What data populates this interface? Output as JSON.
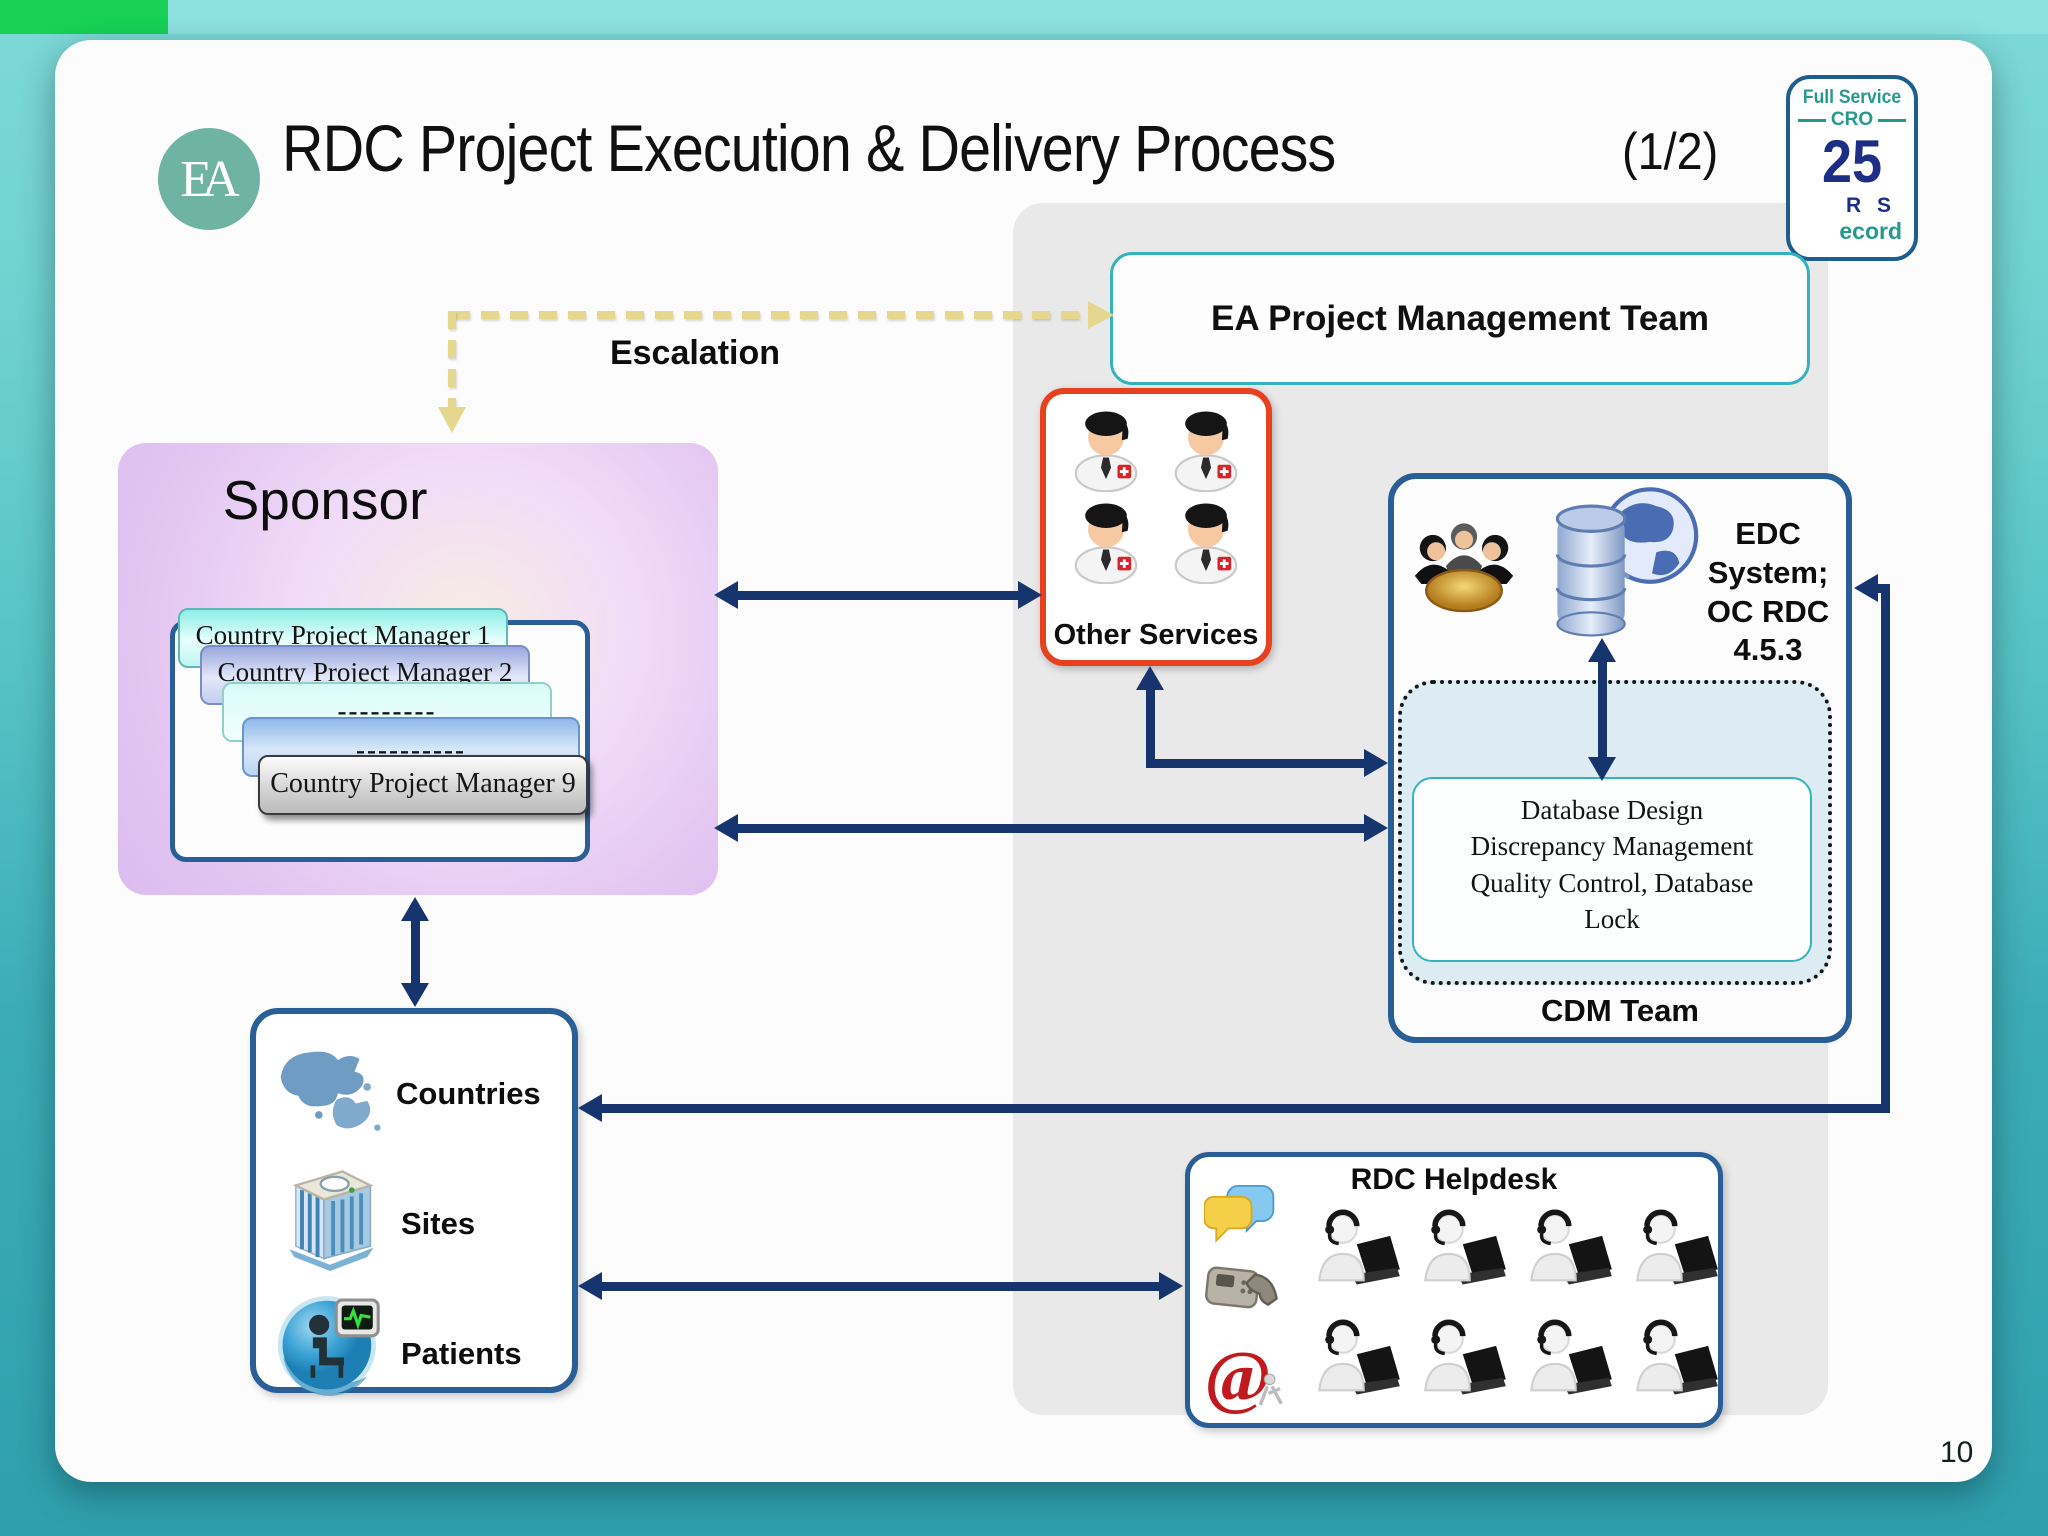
{
  "colors": {
    "arrow": "#16356e",
    "accent-orange": "#e8411f",
    "accent-teal": "#35b2bd",
    "badge-navy": "#1c2e86",
    "badge-teal": "#26998e",
    "escalation-yellow": "#e5d88e"
  },
  "header": {
    "title": "RDC Project Execution & Delivery Process",
    "page_indicator": "(1/2)",
    "logo_text": "EA"
  },
  "badge": {
    "top_label": "Full Service",
    "mid_label": "CRO",
    "number": "25",
    "right_line1": "R S",
    "right_line2": "ecord"
  },
  "escalation_label": "Escalation",
  "sponsor": {
    "title": "Sponsor",
    "managers": [
      "Country Project Manager 1",
      "Country Project Manager 2",
      "---------",
      "----------",
      "Country Project Manager 9"
    ]
  },
  "ea_pm_team_label": "EA Project Management Team",
  "other_services_label": "Other Services",
  "edc": {
    "system_label": "EDC\nSystem;\nOC RDC\n4.5.3",
    "cdm_tasks": "Database Design\nDiscrepancy Management\nQuality Control, Database\nLock",
    "team_label": "CDM Team"
  },
  "field_units": {
    "items": [
      "Countries",
      "Sites",
      "Patients"
    ]
  },
  "helpdesk": {
    "title": "RDC Helpdesk"
  },
  "page_number": "10"
}
